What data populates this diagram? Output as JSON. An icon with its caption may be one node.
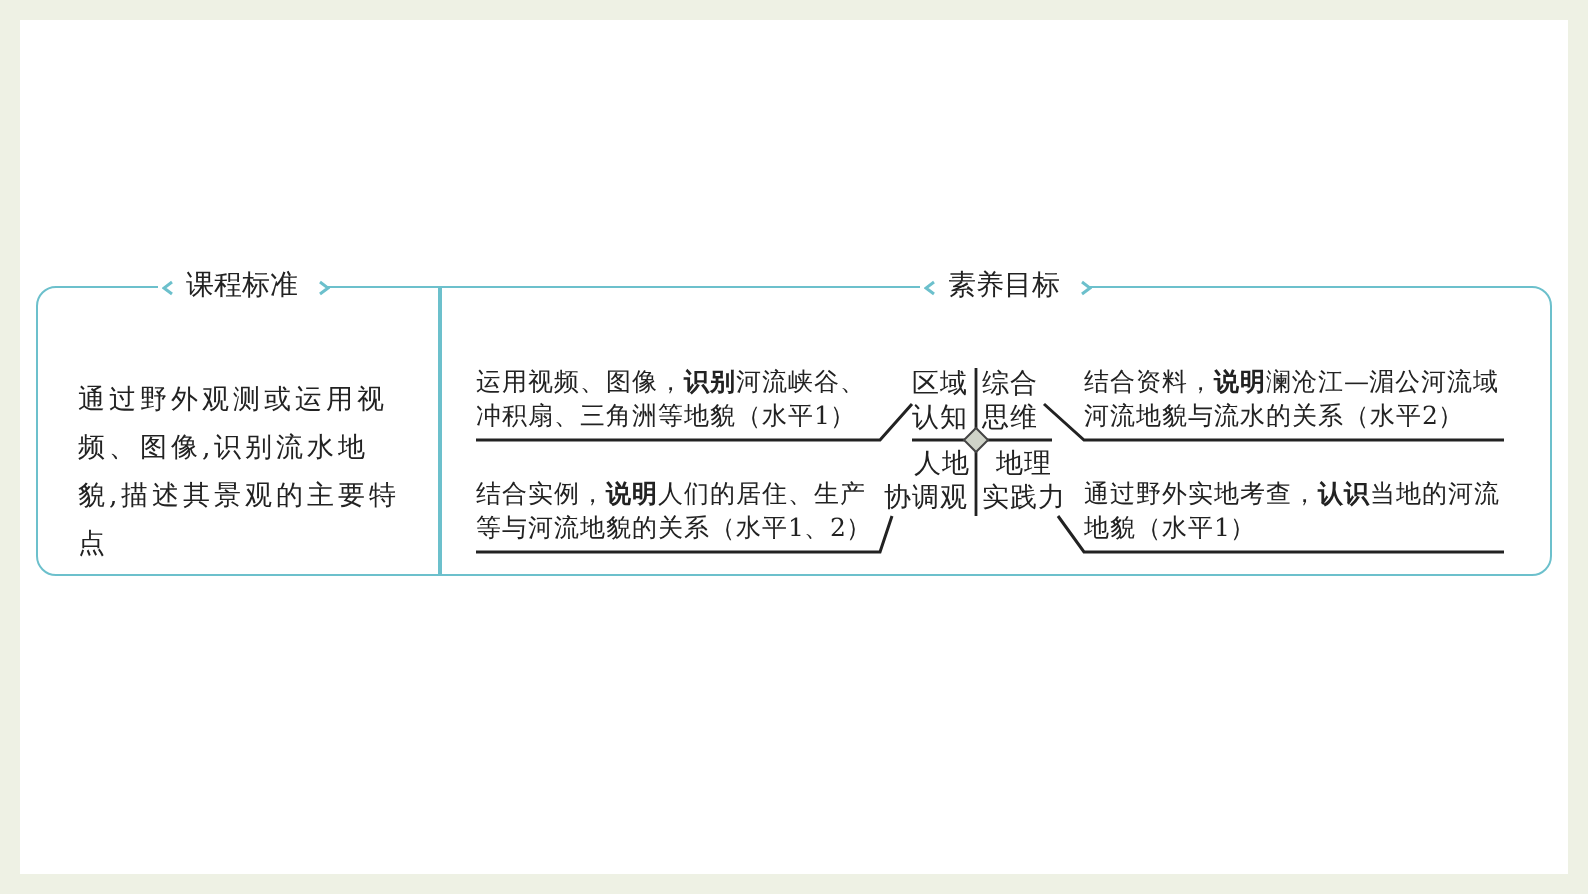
{
  "diagram": {
    "nodes": [
      {
        "text": [
          "课程标准",
          "通过野外观测或运用视频、图像,识别流水地貌,描述其景观的主要特点"
        ]
      },
      {
        "text": [
          "素养目标"
        ]
      },
      {
        "text": [
          "运用视频、图像，**识别**河流峡谷、冲积扇、三角洲等地貌（水平1）"
        ],
        "in": 1
      },
      {
        "text": [
          "区域认知"
        ],
        "in": 1
      },
      {
        "text": [
          "综合思维"
        ],
        "in": 1
      },
      {
        "text": [
          "结合资料，**说明**澜沧江—湄公河流域河流地貌与流水的关系（水平2）"
        ],
        "in": 1
      },
      {
        "text": [
          "结合实例，**说明**人们的居住、生产等与河流地貌的关系（水平1、2）"
        ],
        "in": 1
      },
      {
        "text": [
          "人地协调观"
        ],
        "in": 1
      },
      {
        "text": [
          "地理实践力"
        ],
        "in": 1
      },
      {
        "text": [
          "通过野外实地考查，**认识**当地的河流地貌（水平1）"
        ],
        "in": 1
      }
    ],
    "edges": [
      {
        "from": 2,
        "to": 3,
        "arrow": "none"
      },
      {
        "from": 5,
        "to": 4,
        "arrow": "none"
      },
      {
        "from": 6,
        "to": 7,
        "arrow": "none"
      },
      {
        "from": 9,
        "to": 8,
        "arrow": "none"
      }
    ]
  }
}
